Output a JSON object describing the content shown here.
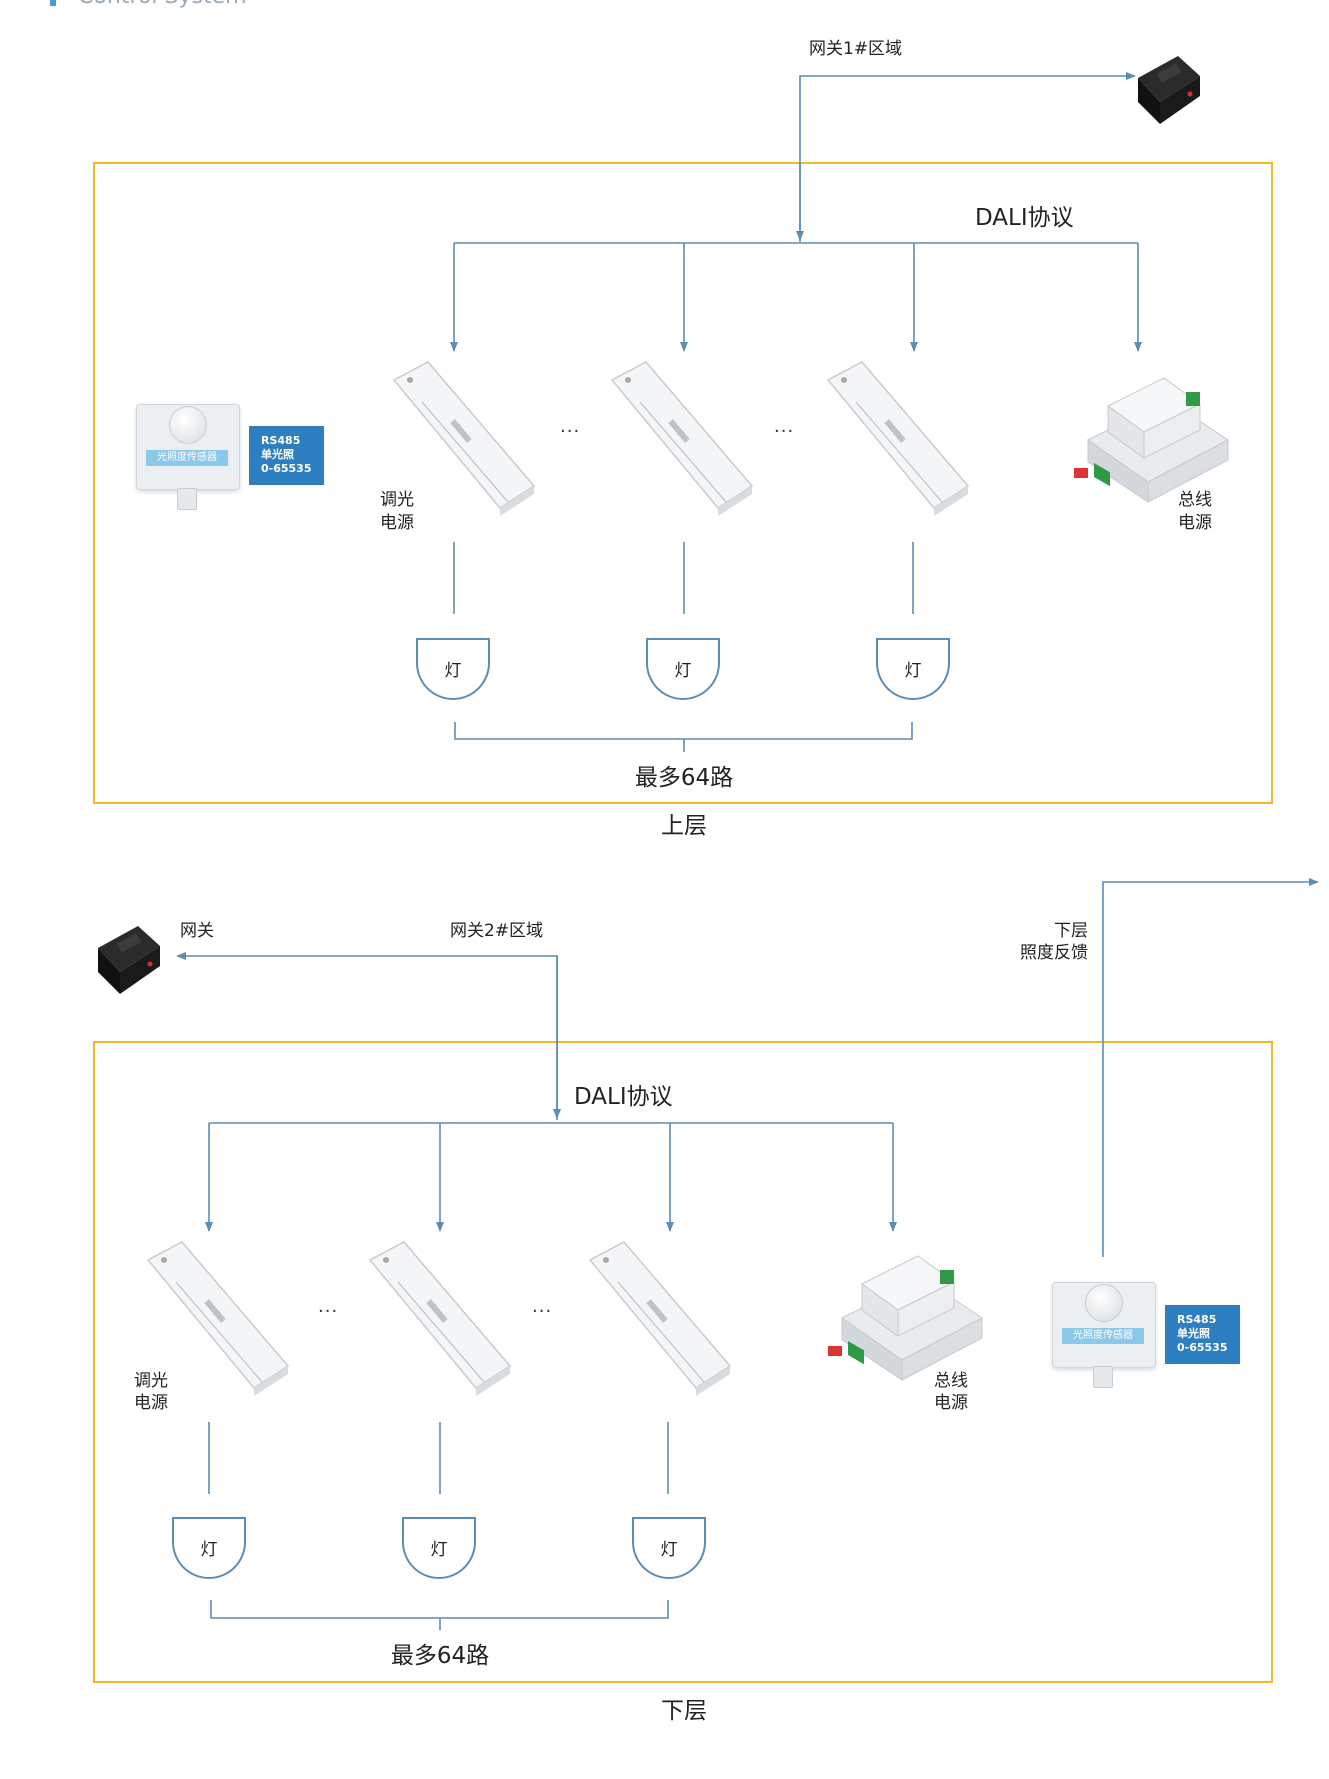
{
  "header": {
    "title": "Control System"
  },
  "upper": {
    "region_label": "网关1#区域",
    "protocol": "DALI协议",
    "dimmer_label": [
      "调光",
      "电源"
    ],
    "bus_label": [
      "总线",
      "电源"
    ],
    "lamp_label": "灯",
    "max_label": "最多64路",
    "layer_label": "上层",
    "sensor_badge": [
      "RS485",
      "单光照",
      "0-65535"
    ],
    "sensor_face": "光照度传感器",
    "ellipsis": "..."
  },
  "lower": {
    "gateway_label": "网关",
    "region_label": "网关2#区域",
    "feedback_label": [
      "下层",
      "照度反馈"
    ],
    "protocol": "DALI协议",
    "dimmer_label": [
      "调光",
      "电源"
    ],
    "bus_label": [
      "总线",
      "电源"
    ],
    "lamp_label": "灯",
    "max_label": "最多64路",
    "layer_label": "下层",
    "sensor_badge": [
      "RS485",
      "单光照",
      "0-65535"
    ],
    "sensor_face": "光照度传感器",
    "ellipsis": "..."
  },
  "colors": {
    "line": "#5d8cb4",
    "frame": "#f0b92a",
    "badge": "#2e7fc1",
    "header": "#4a9bd0"
  }
}
